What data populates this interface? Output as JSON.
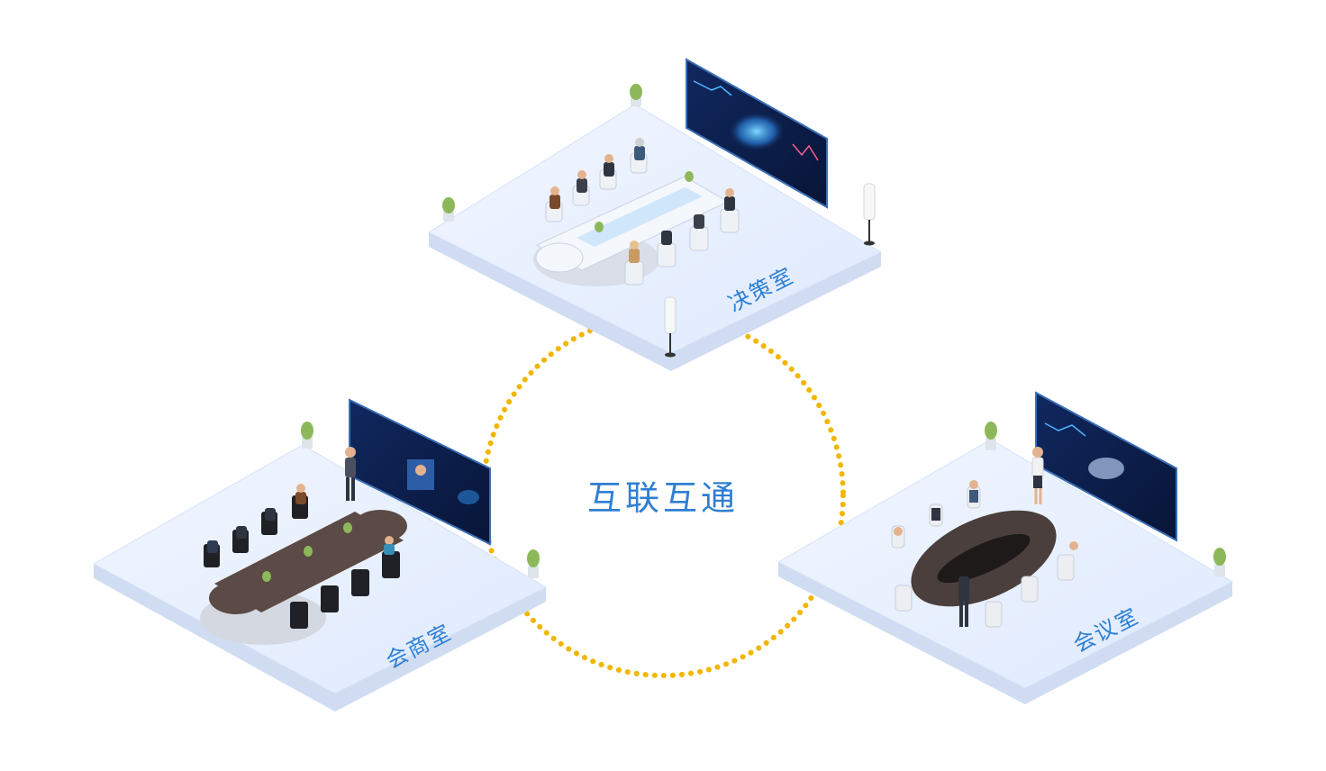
{
  "center": {
    "label": "互联互通"
  },
  "rooms": [
    {
      "id": "top",
      "label": "决策室"
    },
    {
      "id": "left",
      "label": "会商室"
    },
    {
      "id": "right",
      "label": "会议室"
    }
  ],
  "colors": {
    "platform_top": "#e6f0ff",
    "platform_side": "#cfdcf2",
    "dots": "#f2b600",
    "label_text": "#2f7fd3",
    "screen": "#0c1f4d",
    "table_dark": "#5b4a45",
    "table_white": "#f4f7fc"
  }
}
